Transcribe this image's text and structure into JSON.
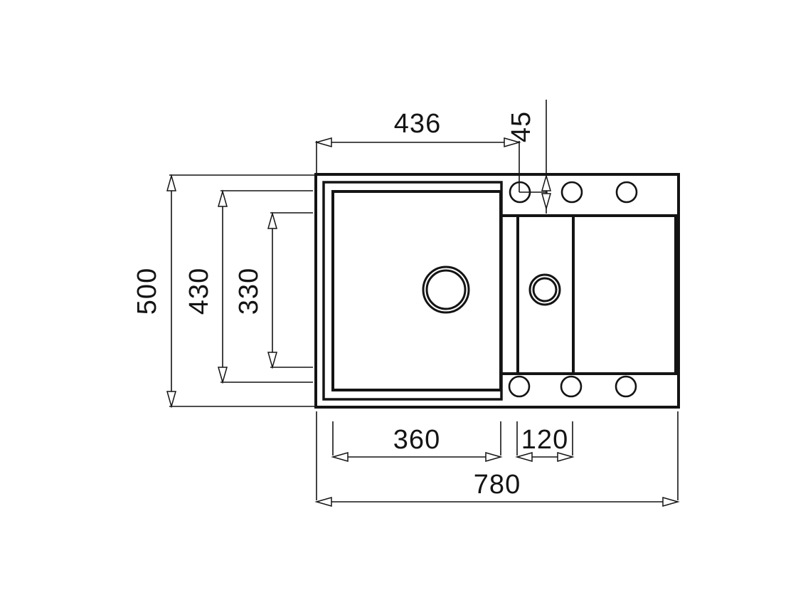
{
  "drawing": {
    "title": "Kitchen sink technical dimension drawing",
    "units": "mm",
    "line_color": "#141414",
    "background_color": "#ffffff",
    "dimensions": {
      "overall_width": "780",
      "overall_depth": "500",
      "bowl_top_offset": "436",
      "tap_hole_offset": "45",
      "inner_depth_430": "430",
      "bowl_depth_330": "330",
      "bowl_width_360": "360",
      "small_bowl_width_120": "120"
    },
    "labels": {
      "d436": "436",
      "d45": "45",
      "d500": "500",
      "d430": "430",
      "d330": "330",
      "d360": "360",
      "d120": "120",
      "d780": "780"
    },
    "features": {
      "main_bowl_drain": "drain-circle",
      "small_bowl_drain": "drain-circle-small",
      "tap_holes_top_count": 3,
      "tap_holes_bottom_count": 3
    }
  }
}
